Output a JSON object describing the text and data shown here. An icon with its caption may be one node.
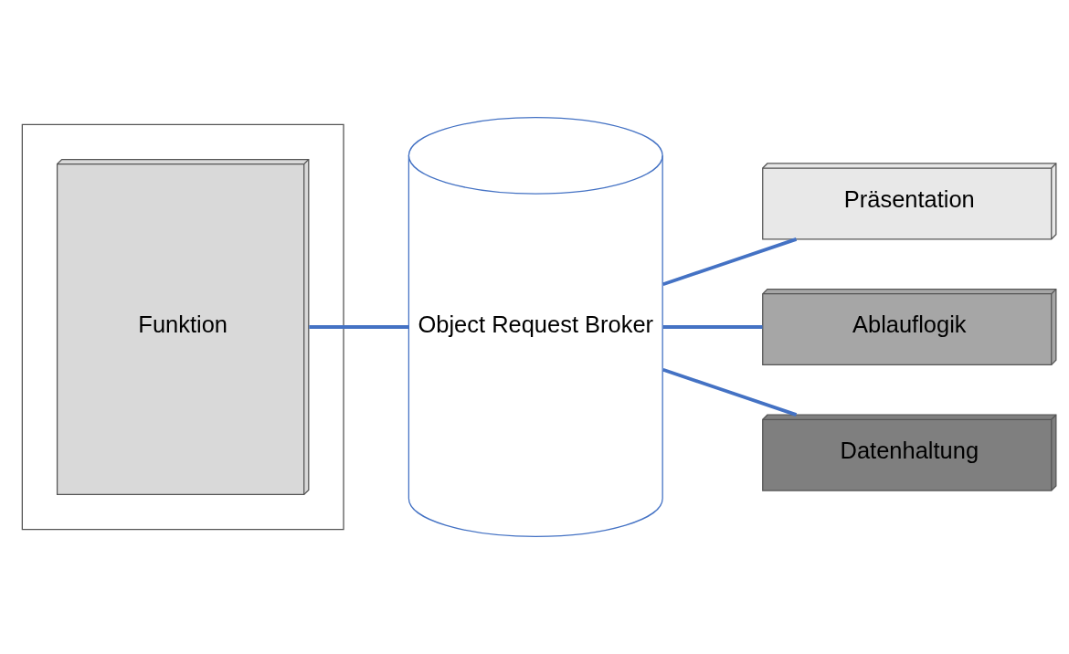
{
  "diagram": {
    "nodes": [
      {
        "text": [],
        "shape": "box"
      },
      {
        "text": [
          "Funktion"
        ],
        "in": 0
      },
      {
        "text": [
          "Object Request Broker"
        ]
      },
      {
        "text": [
          "Präsentation"
        ]
      },
      {
        "text": [
          "Ablauflogik"
        ]
      },
      {
        "text": [
          "Datenhaltung"
        ]
      }
    ],
    "edges": [
      {
        "from": 1,
        "to": 2,
        "arrow": "none"
      },
      {
        "from": 2,
        "to": 3,
        "arrow": "none"
      },
      {
        "from": 2,
        "to": 4,
        "arrow": "none"
      },
      {
        "from": 2,
        "to": 5,
        "arrow": "none"
      }
    ]
  }
}
